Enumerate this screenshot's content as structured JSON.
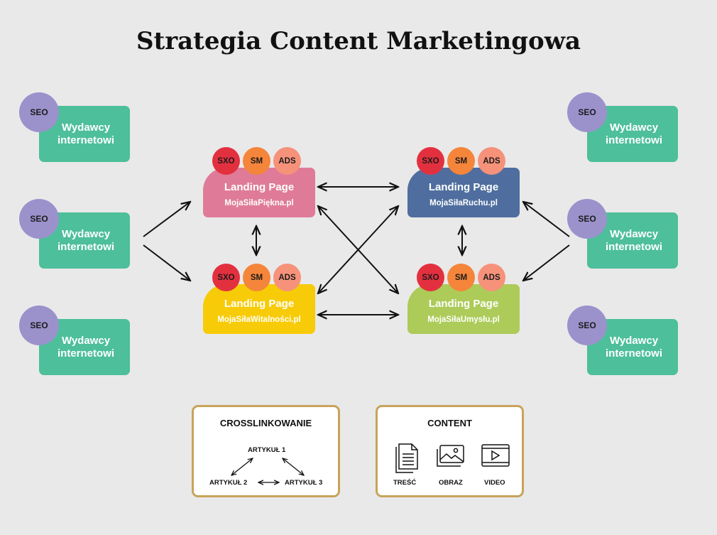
{
  "title": "Strategia Content Marketingowa",
  "publishers": {
    "label": "Wydawcy internetowi",
    "badge": "SEO"
  },
  "landing_pages": [
    {
      "heading": "Landing Page",
      "domain": "MojaSiłaPiękna.pl",
      "color": "#df7b98"
    },
    {
      "heading": "Landing Page",
      "domain": "MojaSiłaRuchu.pl",
      "color": "#4f6e9f"
    },
    {
      "heading": "Landing Page",
      "domain": "MojaSiłaWitalności.pl",
      "color": "#f7cb08"
    },
    {
      "heading": "Landing Page",
      "domain": "MojaSiłaUmysłu.pl",
      "color": "#adcb59"
    }
  ],
  "channels": [
    "SXO",
    "SM",
    "ADS"
  ],
  "crosslinking": {
    "title": "CROSSLINKOWANIE",
    "articles": [
      "ARTYKUŁ 1",
      "ARTYKUŁ 2",
      "ARTYKUŁ 3"
    ]
  },
  "content": {
    "title": "CONTENT",
    "items": [
      "TREŚĆ",
      "OBRAZ",
      "VIDEO"
    ]
  }
}
